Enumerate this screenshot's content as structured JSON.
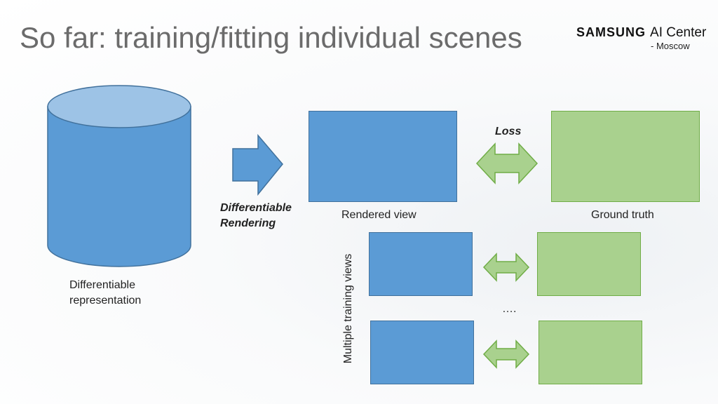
{
  "title": "So far: training/fitting individual scenes",
  "logo": {
    "brand": "SAMSUNG",
    "suffix": "AI Center",
    "location": "- Moscow"
  },
  "labels": {
    "representation_line1": "Differentiable",
    "representation_line2": "representation",
    "rendering_line1": "Differentiable",
    "rendering_line2": "Rendering",
    "rendered_view": "Rendered view",
    "ground_truth": "Ground truth",
    "loss": "Loss",
    "multiple_views": "Multiple training views",
    "ellipsis": "…."
  },
  "colors": {
    "blue_fill": "#5b9bd5",
    "blue_stroke": "#41719c",
    "cylinder_top": "#9dc3e6",
    "green_fill": "#a9d18e",
    "green_stroke": "#70ad47"
  }
}
